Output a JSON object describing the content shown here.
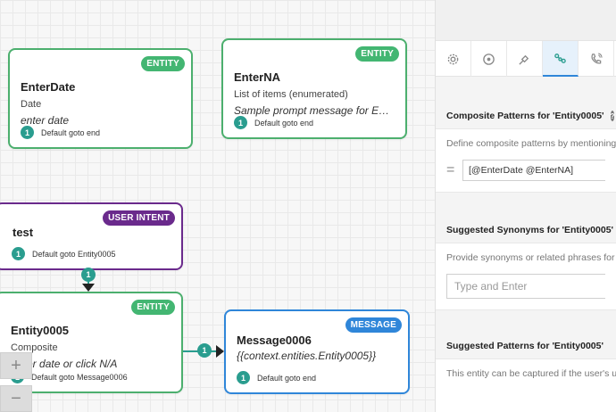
{
  "canvas": {
    "nodes": {
      "enterdate": {
        "badge": "ENTITY",
        "title": "EnterDate",
        "type": "Date",
        "prompt": "enter date",
        "num": "1",
        "goto": "Default goto end"
      },
      "enterna": {
        "badge": "ENTITY",
        "title": "EnterNA",
        "type": "List of items (enumerated)",
        "prompt": "Sample prompt message for Enti...",
        "num": "1",
        "goto": "Default goto end"
      },
      "test": {
        "badge": "USER INTENT",
        "title": "test",
        "num": "1",
        "goto": "Default goto Entity0005"
      },
      "entity0005": {
        "badge": "ENTITY",
        "title": "Entity0005",
        "type": "Composite",
        "prompt": "Enter date or click N/A",
        "num": "1",
        "goto": "Default goto Message0006"
      },
      "message0006": {
        "badge": "MESSAGE",
        "title": "Message0006",
        "prompt": "{{context.entities.Entity0005}}",
        "num": "1",
        "goto": "Default goto end"
      }
    },
    "connectors": {
      "vertical_num": "1",
      "horizontal_num": "1"
    },
    "zoom": {
      "in_label": "+",
      "out_label": "−"
    }
  },
  "panel": {
    "tabs": [
      "gear-icon",
      "record-icon",
      "plug-icon",
      "share-nodes-icon",
      "phone-icon"
    ],
    "composite": {
      "title": "Composite Patterns for 'Entity0005'",
      "help": "?",
      "description": "Define composite patterns by mentioning",
      "equals": "=",
      "pattern_value": "[@EnterDate @EnterNA]"
    },
    "synonyms": {
      "title": "Suggested Synonyms for 'Entity0005'",
      "description": "Provide synonyms or related phrases for",
      "placeholder": "Type and Enter"
    },
    "patterns": {
      "title": "Suggested Patterns for 'Entity0005'",
      "description": "This entity can be captured if the user's u"
    }
  },
  "colors": {
    "entity": "#43b672",
    "intent": "#6a2a8c",
    "message": "#2f86d9",
    "connector": "#2a9d8f"
  }
}
